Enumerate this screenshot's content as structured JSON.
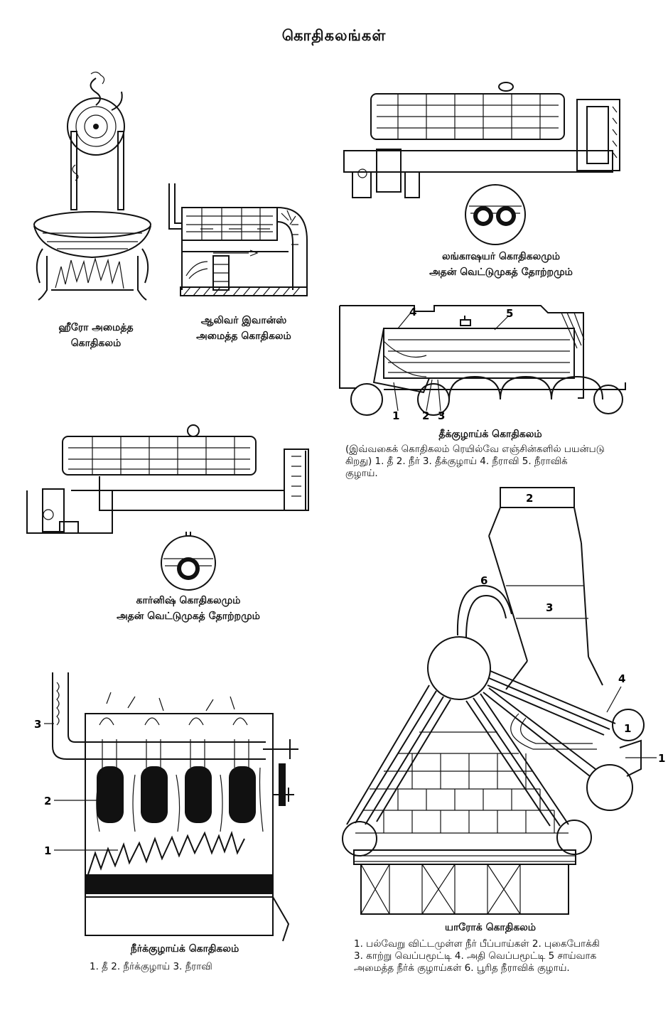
{
  "page": {
    "title": "கொதிகலங்கள்"
  },
  "hero": {
    "caption_l1": "ஹீரோ அமைத்த",
    "caption_l2": "கொதிகலம்"
  },
  "oliver": {
    "caption_l1": "ஆலிவர் இவான்ஸ்",
    "caption_l2": "அமைத்த கொதிகலம்"
  },
  "lancashire": {
    "caption_l1": "லங்காஷயர் கொதிகலமும்",
    "caption_l2": "அதன் வெட்டுமுகத் தோற்றமும்"
  },
  "firetube": {
    "labels": [
      "4",
      "5",
      "1",
      "2",
      "3"
    ],
    "caption": "தீக்குழாய்க் கொதிகலம்",
    "desc_l1": "(இவ்வகைக் கொதிகலம் ரெயில்வே எஞ்சின்களில் பயன்படு",
    "desc_l2": "கிறது)  1. தீ   2. நீர்   3. தீக்குழாய்  4. நீராவி  5. நீராவிக்",
    "desc_l3": "குழாய்."
  },
  "cornish": {
    "caption_l1": "கார்னிஷ் கொதிகலமும்",
    "caption_l2": "அதன் வெட்டுமுகத் தோற்றமும்"
  },
  "watertube": {
    "labels": [
      "3",
      "2",
      "1"
    ],
    "caption": "நீர்க்குழாய்க் கொதிகலம்",
    "legend": "1. தீ   2. நீர்க்குழாய்   3.  நீராவி"
  },
  "yarrow": {
    "labels": [
      "2",
      "6",
      "3",
      "4",
      "1",
      "1"
    ],
    "caption": "யாரோக் கொதிகலம்",
    "desc_l1": "1. பல்வேறு விட்டமுள்ள நீர் பீப்பாய்கள்   2. புகைபோக்கி",
    "desc_l2": "3. காற்று வெப்பமூட்டி   4. அதி வெப்பமூட்டி   5  சாய்வாக",
    "desc_l3": "அமைத்த நீர்க் குழாய்கள்   6. பூரித நீராவிக் குழாய்."
  }
}
